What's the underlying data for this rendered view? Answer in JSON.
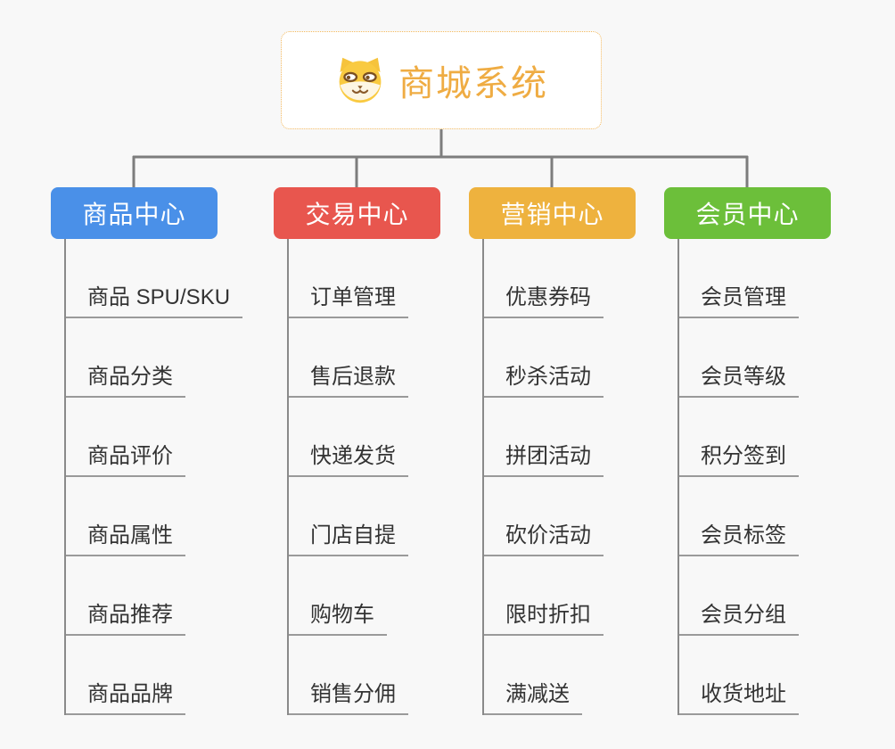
{
  "root": {
    "title": "商城系统",
    "icon": "dog-icon",
    "accent_color": "#efac43",
    "border_color": "#f2b85c"
  },
  "connector_color": "#7d7d7d",
  "branches": [
    {
      "label": "商品中心",
      "color": "#4a90e8",
      "items": [
        "商品 SPU/SKU",
        "商品分类",
        "商品评价",
        "商品属性",
        "商品推荐",
        "商品品牌"
      ]
    },
    {
      "label": "交易中心",
      "color": "#e8564e",
      "items": [
        "订单管理",
        "售后退款",
        "快递发货",
        "门店自提",
        "购物车",
        "销售分佣"
      ]
    },
    {
      "label": "营销中心",
      "color": "#eeb23e",
      "items": [
        "优惠券码",
        "秒杀活动",
        "拼团活动",
        "砍价活动",
        "限时折扣",
        "满减送"
      ]
    },
    {
      "label": "会员中心",
      "color": "#6cbf3a",
      "items": [
        "会员管理",
        "会员等级",
        "积分签到",
        "会员标签",
        "会员分组",
        "收货地址"
      ]
    }
  ]
}
